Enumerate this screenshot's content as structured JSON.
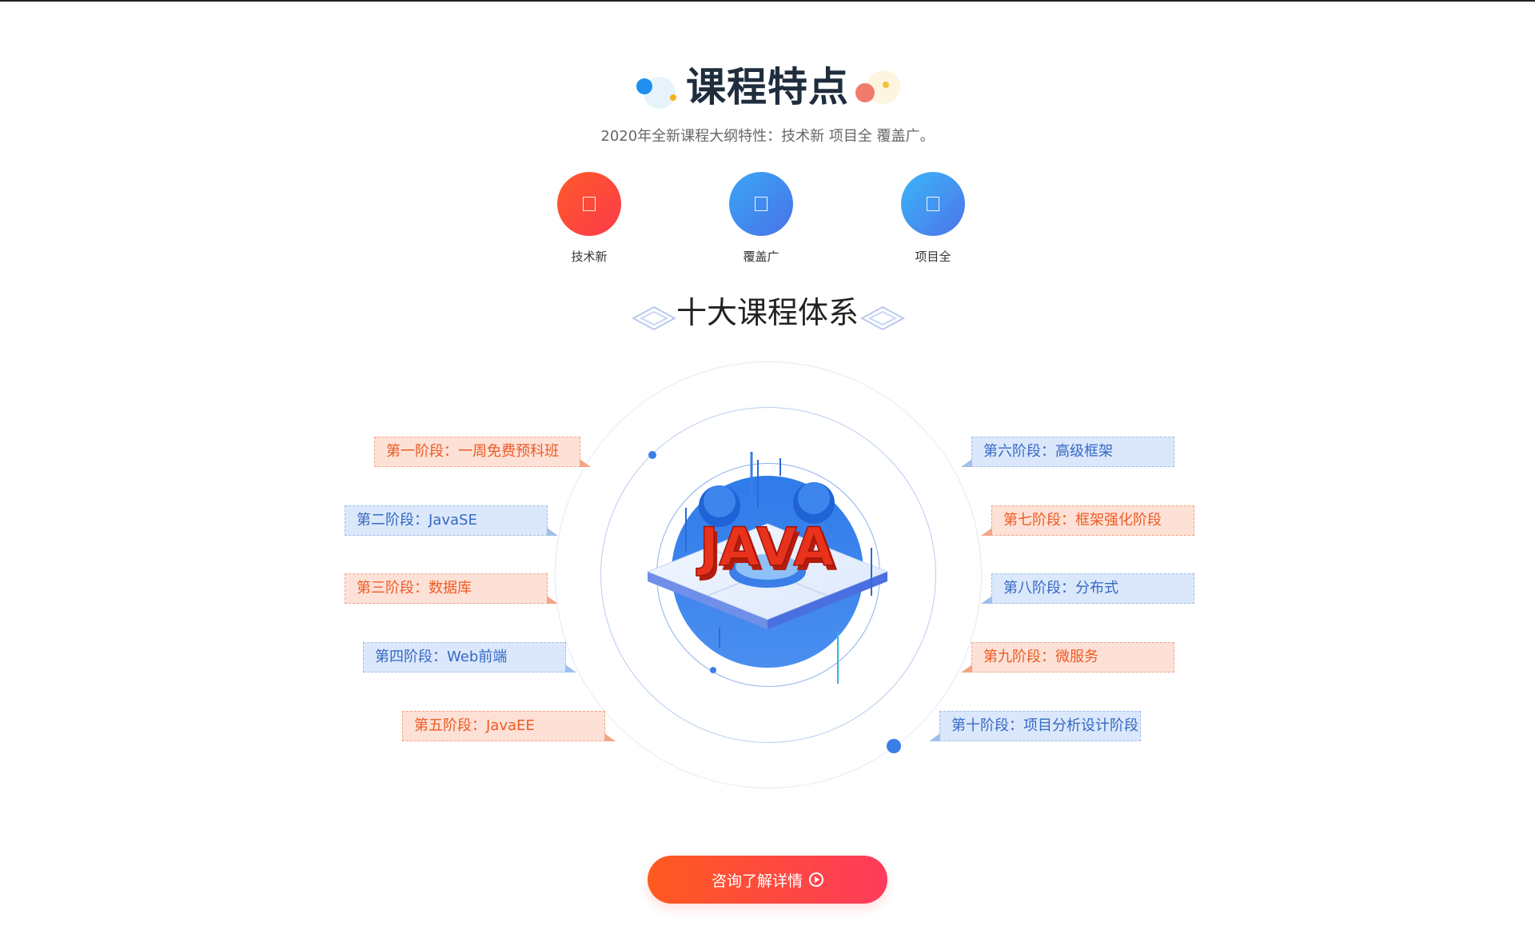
{
  "header": {
    "title": "课程特点",
    "subtitle": "2020年全新课程大纲特性：技术新 项目全 覆盖广。"
  },
  "features": [
    {
      "label": "技术新",
      "icon": "tech-icon",
      "color_from": "#ff5a2a",
      "color_to": "#fb3a4a"
    },
    {
      "label": "覆盖广",
      "icon": "coverage-icon",
      "color_from": "#3aa6f5",
      "color_to": "#4a72e8"
    },
    {
      "label": "项目全",
      "icon": "project-icon",
      "color_from": "#3bb6f8",
      "color_to": "#4d74e9"
    }
  ],
  "system": {
    "title": "十大课程体系",
    "center_logo": "JAVA"
  },
  "stages": {
    "s1": "第一阶段：一周免费预科班",
    "s2": "第二阶段：JavaSE",
    "s3": "第三阶段：数据库",
    "s4": "第四阶段：Web前端",
    "s5": "第五阶段：JavaEE",
    "s6": "第六阶段：高级框架",
    "s7": "第七阶段：框架强化阶段",
    "s8": "第八阶段：分布式",
    "s9": "第九阶段：微服务",
    "s10": "第十阶段：项目分析设计阶段"
  },
  "cta": {
    "label": "咨询了解详情",
    "icon": "play-circle-icon"
  },
  "colors": {
    "orange_text": "#ee5a24",
    "blue_text": "#3568c4",
    "accent_blue": "#3a7ee8"
  }
}
